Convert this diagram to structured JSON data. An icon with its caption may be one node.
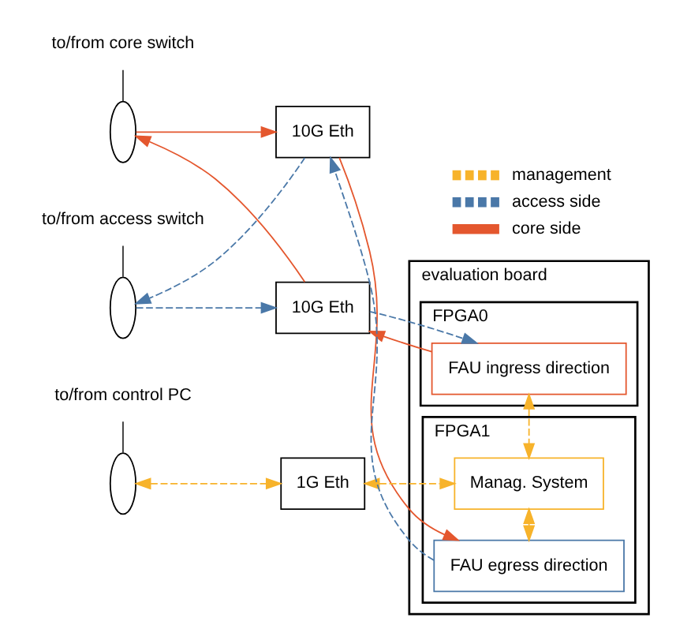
{
  "diagram": {
    "nodes": [
      {
        "text": [
          "evaluation board"
        ]
      },
      {
        "text": [
          "FPGA0"
        ],
        "in": 0
      },
      {
        "text": [
          "FAU ingress direction"
        ],
        "in": 1
      },
      {
        "text": [
          "FPGA1"
        ],
        "in": 0
      },
      {
        "text": [
          "FAU egress direction"
        ],
        "in": 3
      },
      {
        "text": [
          "Manag. System"
        ],
        "in": 3
      },
      {
        "text": [
          "10G Eth"
        ]
      },
      {
        "text": [
          "10G Eth"
        ]
      },
      {
        "text": [
          "1G Eth"
        ]
      },
      {
        "text": [
          "to/from core switch"
        ]
      },
      {
        "text": [],
        "shape": "ellipse"
      },
      {
        "text": [],
        "shape": "ellipse"
      },
      {
        "text": [
          "to/from access switch"
        ]
      },
      {
        "text": [],
        "shape": "ellipse"
      },
      {
        "text": [
          "to/from control PC"
        ]
      }
    ],
    "edges": [
      {
        "from": 2,
        "to": 6,
        "arrow": "to",
        "color": "#e4572e"
      },
      {
        "from": 6,
        "to": 10,
        "arrow": "to",
        "color": "#e4572e"
      },
      {
        "from": 10,
        "to": 7,
        "arrow": "to",
        "color": "#e4572e"
      },
      {
        "from": 7,
        "to": 4,
        "arrow": "to",
        "color": "#e4572e"
      },
      {
        "from": 11,
        "to": 6,
        "arrow": "to",
        "style": "dashed",
        "color": "#4a78a8"
      },
      {
        "from": 6,
        "to": 2,
        "arrow": "to",
        "style": "dashed",
        "color": "#4a78a8"
      },
      {
        "from": 4,
        "to": 7,
        "arrow": "to",
        "style": "dashed",
        "color": "#4a78a8"
      },
      {
        "from": 7,
        "to": 11,
        "arrow": "to",
        "style": "dashed",
        "color": "#4a78a8"
      },
      {
        "from": 2,
        "to": 5,
        "arrow": "both",
        "style": "dashed",
        "color": "#f7b32b"
      },
      {
        "from": 4,
        "to": 5,
        "arrow": "both",
        "style": "dashed",
        "color": "#f7b32b"
      },
      {
        "from": 8,
        "to": 5,
        "arrow": "both",
        "style": "dashed",
        "color": "#f7b32b"
      },
      {
        "from": 13,
        "to": 8,
        "arrow": "both",
        "style": "dashed",
        "color": "#f7b32b"
      },
      {
        "from": 9,
        "to": 10,
        "arrow": "none",
        "color": "#333333"
      },
      {
        "from": 12,
        "to": 11,
        "arrow": "none",
        "color": "#333333"
      },
      {
        "from": 14,
        "to": 13,
        "arrow": "none",
        "color": "#333333"
      }
    ],
    "legend": [
      {
        "text": "management"
      },
      {
        "text": "access side"
      },
      {
        "text": "core side"
      }
    ]
  }
}
